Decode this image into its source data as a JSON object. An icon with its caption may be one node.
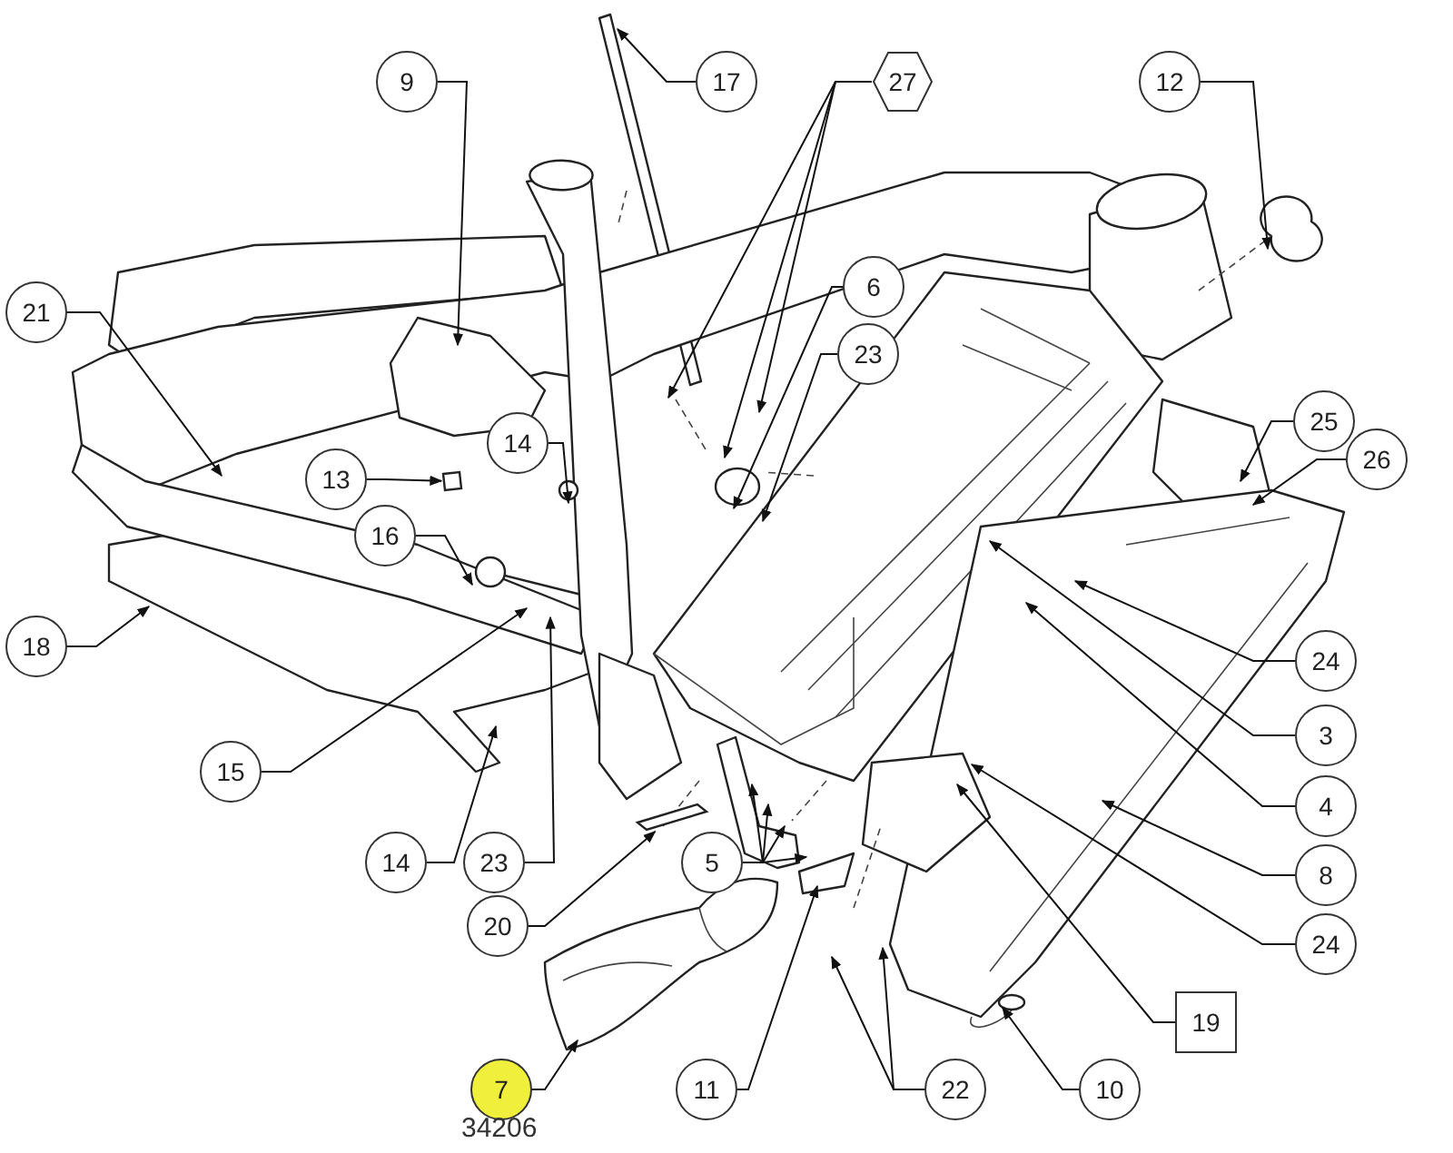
{
  "diagram": {
    "nodes": [
      {
        "text": [
          "9"
        ]
      },
      {
        "text": [
          "17"
        ]
      },
      {
        "text": [
          "27"
        ]
      },
      {
        "text": [
          "12"
        ]
      },
      {
        "text": [
          "6"
        ]
      },
      {
        "text": [
          "21"
        ]
      },
      {
        "text": [
          "23"
        ]
      },
      {
        "text": [
          "25"
        ]
      },
      {
        "text": [
          "14"
        ]
      },
      {
        "text": [
          "26"
        ]
      },
      {
        "text": [
          "13"
        ]
      },
      {
        "text": [
          "16"
        ]
      },
      {
        "text": [
          "18"
        ]
      },
      {
        "text": [
          "24"
        ]
      },
      {
        "text": [
          "3"
        ]
      },
      {
        "text": [
          "15"
        ]
      },
      {
        "text": [
          "4"
        ]
      },
      {
        "text": [
          "14"
        ]
      },
      {
        "text": [
          "23"
        ]
      },
      {
        "text": [
          "5"
        ]
      },
      {
        "text": [
          "8"
        ]
      },
      {
        "text": [
          "20"
        ]
      },
      {
        "text": [
          "24"
        ]
      },
      {
        "text": [
          "19"
        ]
      },
      {
        "text": [
          "7"
        ]
      },
      {
        "text": [
          "11"
        ]
      },
      {
        "text": [
          "22"
        ]
      },
      {
        "text": [
          "10"
        ]
      },
      {
        "text": [],
        "shape": "box"
      },
      {
        "text": [],
        "shape": "bar"
      }
    ],
    "edges": [
      {
        "from": 0,
        "to": null,
        "arrow": "to"
      },
      {
        "from": 1,
        "to": null,
        "arrow": "to"
      },
      {
        "from": 2,
        "to": null,
        "arrow": "to"
      },
      {
        "from": 2,
        "to": null,
        "arrow": "to"
      },
      {
        "from": 2,
        "to": null,
        "arrow": "to"
      },
      {
        "from": 3,
        "to": null,
        "arrow": "to"
      },
      {
        "from": 4,
        "to": null,
        "arrow": "to"
      },
      {
        "from": 5,
        "to": null,
        "arrow": "to"
      },
      {
        "from": 6,
        "to": null,
        "arrow": "to"
      },
      {
        "from": 7,
        "to": null,
        "arrow": "to"
      },
      {
        "from": 8,
        "to": null,
        "arrow": "to"
      },
      {
        "from": 9,
        "to": null,
        "arrow": "to"
      },
      {
        "from": 10,
        "to": 28,
        "arrow": "to"
      },
      {
        "from": 11,
        "to": null,
        "arrow": "to"
      },
      {
        "from": 12,
        "to": null,
        "arrow": "to"
      },
      {
        "from": 13,
        "to": null,
        "arrow": "to"
      },
      {
        "from": 14,
        "to": null,
        "arrow": "to"
      },
      {
        "from": 15,
        "to": null,
        "arrow": "to"
      },
      {
        "from": 16,
        "to": null,
        "arrow": "to"
      },
      {
        "from": 17,
        "to": null,
        "arrow": "to"
      },
      {
        "from": 18,
        "to": null,
        "arrow": "to"
      },
      {
        "from": 19,
        "to": null,
        "arrow": "to"
      },
      {
        "from": 19,
        "to": null,
        "arrow": "to"
      },
      {
        "from": 19,
        "to": null,
        "arrow": "to"
      },
      {
        "from": 19,
        "to": null,
        "arrow": "to"
      },
      {
        "from": 20,
        "to": null,
        "arrow": "to"
      },
      {
        "from": 21,
        "to": 29,
        "arrow": "to"
      },
      {
        "from": 22,
        "to": null,
        "arrow": "to"
      },
      {
        "from": 23,
        "to": null,
        "arrow": "to"
      },
      {
        "from": 24,
        "to": null,
        "arrow": "to"
      },
      {
        "from": 25,
        "to": null,
        "arrow": "to"
      },
      {
        "from": 26,
        "to": null,
        "arrow": "to"
      },
      {
        "from": 26,
        "to": null,
        "arrow": "to"
      },
      {
        "from": 27,
        "to": null,
        "arrow": "to"
      }
    ],
    "labels": [
      "34206"
    ]
  }
}
